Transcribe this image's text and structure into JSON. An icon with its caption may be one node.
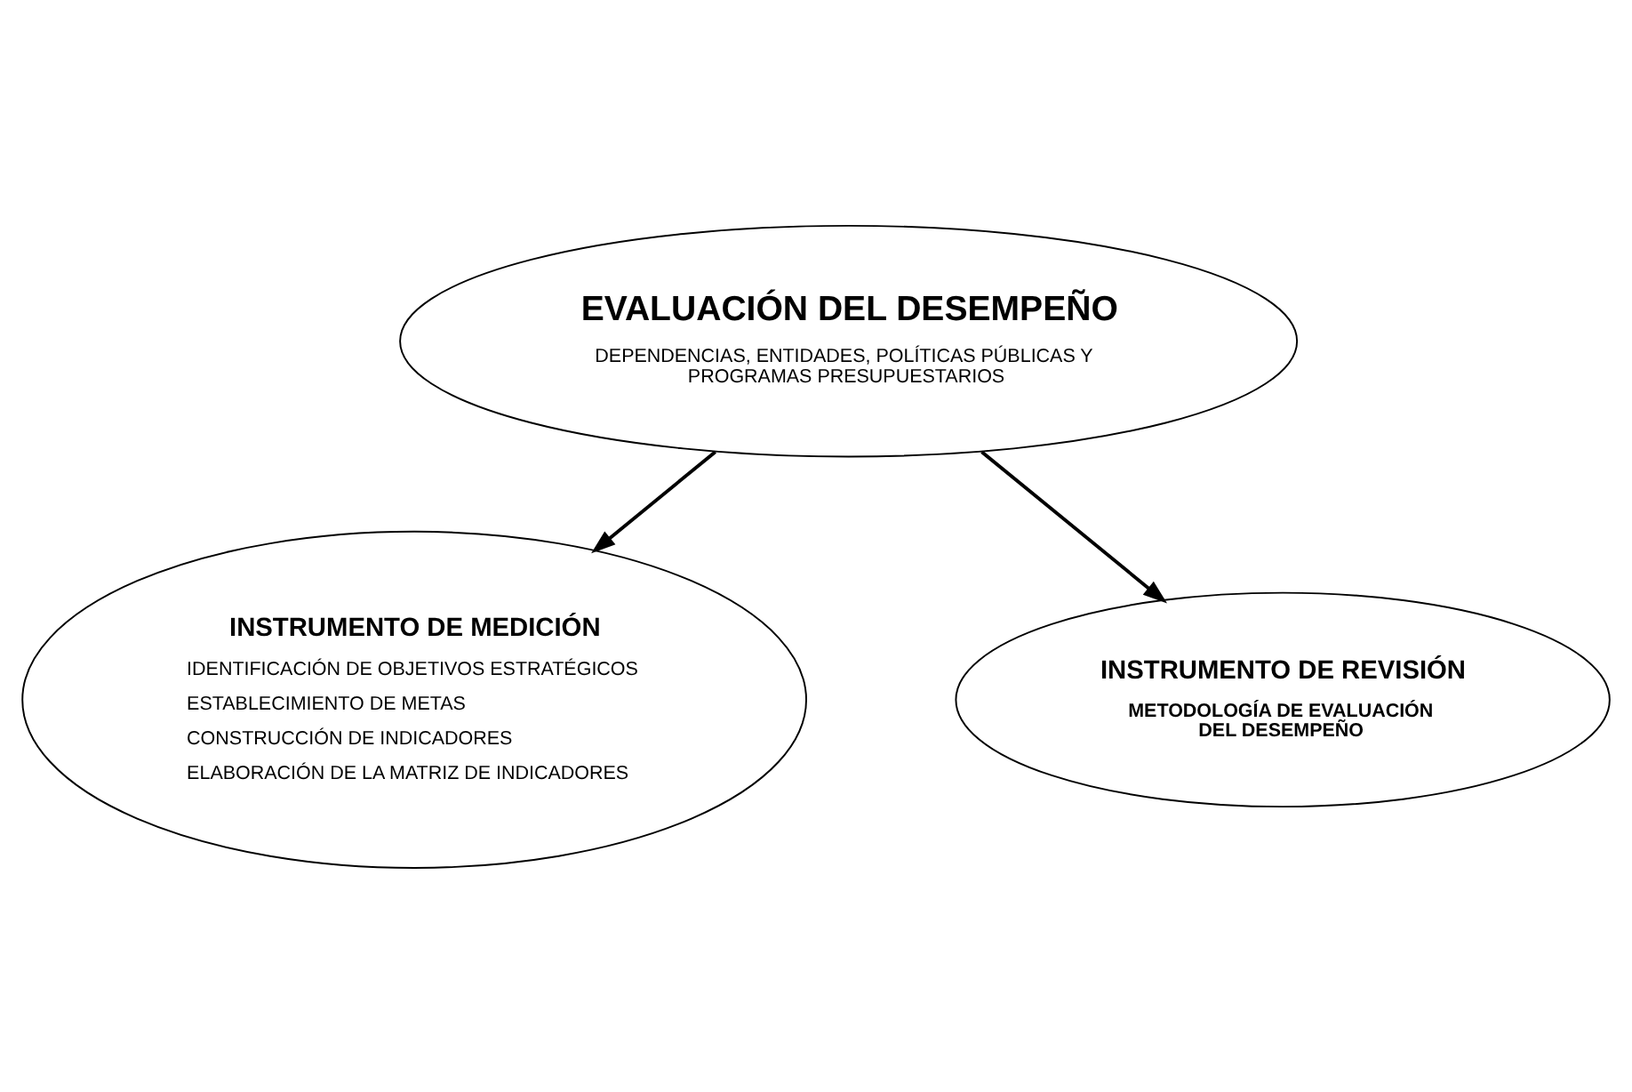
{
  "diagram": {
    "nodes": [
      {
        "text": [
          "EVALUACIÓN DEL DESEMPEÑO",
          "DEPENDENCIAS, ENTIDADES, POLÍTICAS PÚBLICAS Y PROGRAMAS PRESUPUESTARIOS"
        ]
      },
      {
        "text": [
          "INSTRUMENTO DE MEDICIÓN",
          "IDENTIFICACIÓN DE OBJETIVOS ESTRATÉGICOS",
          "ESTABLECIMIENTO DE METAS",
          "CONSTRUCCIÓN DE INDICADORES",
          "ELABORACIÓN DE LA MATRIZ DE INDICADORES"
        ]
      },
      {
        "text": [
          "INSTRUMENTO DE REVISIÓN",
          "METODOLOGÍA DE EVALUACIÓN DEL DESEMPEÑO"
        ]
      }
    ],
    "edges": [
      {
        "from": 0,
        "to": 1,
        "arrow": "to"
      },
      {
        "from": 0,
        "to": 2,
        "arrow": "to"
      }
    ]
  }
}
